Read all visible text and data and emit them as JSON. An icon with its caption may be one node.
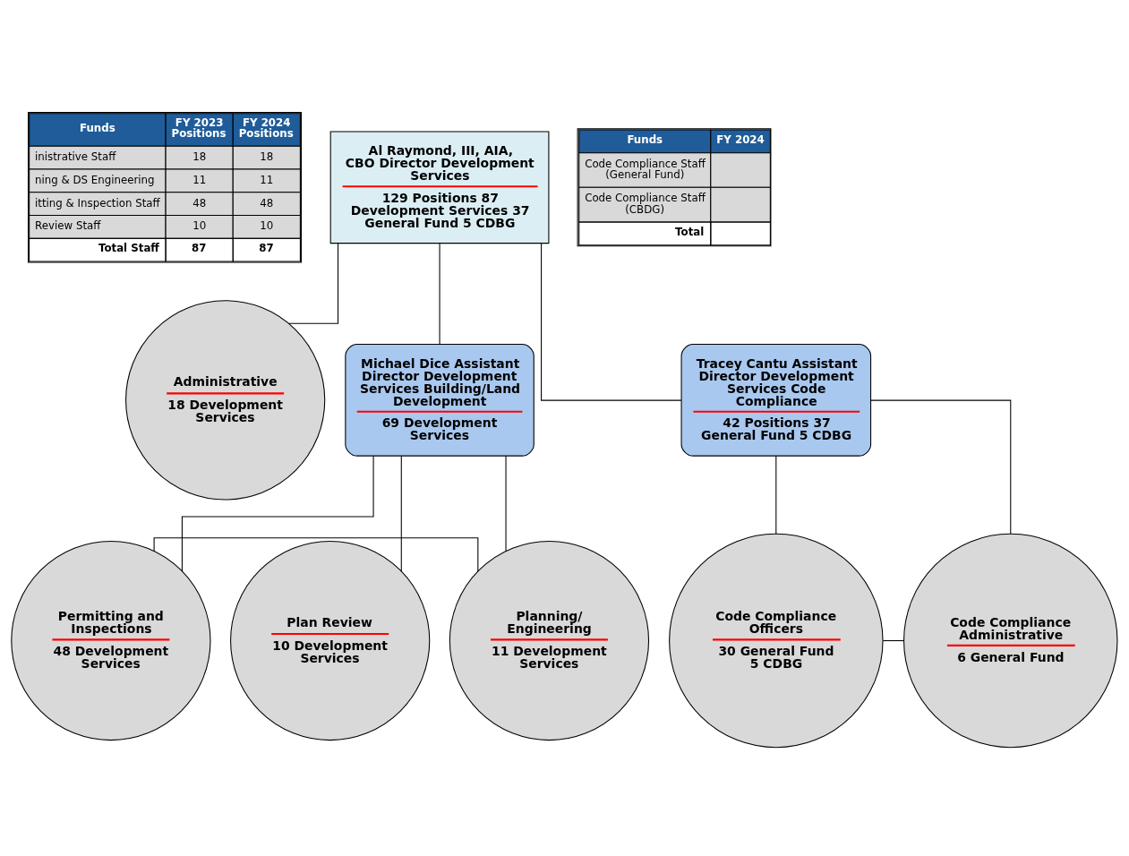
{
  "diagram": {
    "nodes": [
      {
        "text": [
          "Al Raymond, III, AIA, CBO Director Development Services",
          "129 Positions 87 Development Services 37 General Fund 5 CDBG"
        ]
      },
      {
        "text": [
          "Administrative",
          "18 Development Services"
        ]
      },
      {
        "text": [
          "Michael Dice Assistant Director Development Services Building/Land Development",
          "69 Development Services"
        ]
      },
      {
        "text": [
          "Tracey Cantu Assistant Director Development Services Code Compliance",
          "42 Positions 37 General Fund 5 CDBG"
        ]
      },
      {
        "text": [
          "Permitting and Inspections",
          "48 Development Services"
        ]
      },
      {
        "text": [
          "Plan Review",
          "10 Development Services"
        ]
      },
      {
        "text": [
          "Planning/ Engineering",
          "11 Development Services"
        ]
      },
      {
        "text": [
          "Code Compliance Officers",
          "30 General Fund 5 CDBG"
        ]
      },
      {
        "text": [
          "Code Compliance Administrative",
          "6 General Fund"
        ]
      }
    ],
    "edges": [
      {
        "from": 0,
        "to": 1,
        "arrow": "none"
      },
      {
        "from": 0,
        "to": 2,
        "arrow": "none"
      },
      {
        "from": 0,
        "to": 3,
        "arrow": "none"
      },
      {
        "from": 2,
        "to": 4,
        "arrow": "none"
      },
      {
        "from": 2,
        "to": 5,
        "arrow": "none"
      },
      {
        "from": 2,
        "to": 6,
        "arrow": "none"
      },
      {
        "from": 3,
        "to": 7,
        "arrow": "none"
      },
      {
        "from": 3,
        "to": 8,
        "arrow": "none"
      },
      {
        "from": 4,
        "to": 6,
        "arrow": "none"
      },
      {
        "from": 7,
        "to": 8,
        "arrow": "none"
      }
    ],
    "labels": [
      "Funds",
      "FY 2023 Positions",
      "FY 2024 Positions",
      "inistrative Staff",
      "18",
      "18",
      "ning & DS Engineering",
      "11",
      "11",
      "itting & Inspection Staff",
      "48",
      "48",
      "Review Staff",
      "10",
      "10",
      "Total Staff",
      "87",
      "87",
      "Funds",
      "FY 2024",
      "Code Compliance Staff (General Fund)",
      "Code Compliance Staff (CBDG)",
      "Total"
    ]
  }
}
